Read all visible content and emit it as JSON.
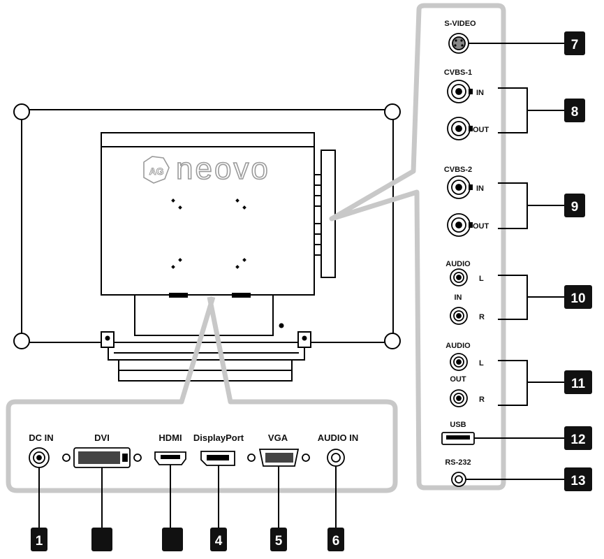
{
  "brand": {
    "badge": "AG",
    "name": "neovo"
  },
  "bottom_panel": {
    "labels": {
      "dc_in": "DC IN",
      "dvi": "DVI",
      "hdmi": "HDMI",
      "displayport": "DisplayPort",
      "vga": "VGA",
      "audio_in": "AUDIO IN"
    },
    "callouts": [
      "1",
      "",
      "",
      "4",
      "5",
      "6"
    ]
  },
  "side_panel": {
    "labels": {
      "svideo": "S-VIDEO",
      "cvbs1": "CVBS-1",
      "cvbs2": "CVBS-2",
      "audio_in_top": "AUDIO",
      "audio_in_bottom": "IN",
      "audio_out_top": "AUDIO",
      "audio_out_bottom": "OUT",
      "usb": "USB",
      "rs232": "RS-232",
      "in": "IN",
      "out": "OUT",
      "left": "L",
      "right": "R"
    },
    "callouts": [
      "7",
      "8",
      "9",
      "10",
      "11",
      "12",
      "13"
    ]
  },
  "colors": {
    "line": "#000000",
    "callout_bg": "#111111",
    "panel_border": "#c8c8c8",
    "logo_stroke": "#9a9a9a"
  }
}
